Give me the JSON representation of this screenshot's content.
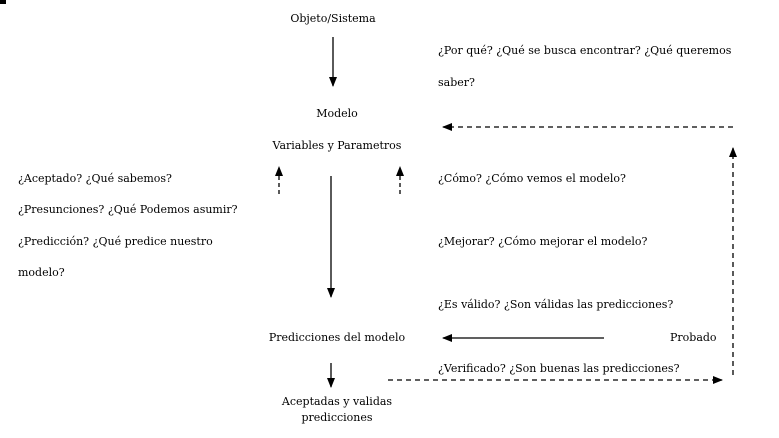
{
  "nodes": {
    "objeto": "Objeto/Sistema",
    "modelo": "Modelo",
    "variables": "Variables y Parametros",
    "predicciones": "Predicciones del modelo",
    "aceptadas_l1": "Aceptadas y validas",
    "aceptadas_l2": "predicciones",
    "probado": "Probado"
  },
  "left_questions": {
    "aceptado": "¿Aceptado? ¿Qué sabemos?",
    "presunciones": "¿Presunciones? ¿Qué Podemos asumir?",
    "prediccion_l1": "¿Predicción? ¿Qué predice nuestro",
    "prediccion_l2": "modelo?"
  },
  "right_questions": {
    "porque_l1": "¿Por qué? ¿Qué se busca encontrar? ¿Qué queremos",
    "porque_l2": "saber?",
    "como": "¿Cómo? ¿Cómo vemos el modelo?",
    "mejorar": "¿Mejorar? ¿Cómo mejorar el modelo?",
    "valido": "¿Es válido? ¿Son válidas las predicciones?",
    "verificado": "¿Verificado? ¿Son buenas las predicciones?"
  }
}
